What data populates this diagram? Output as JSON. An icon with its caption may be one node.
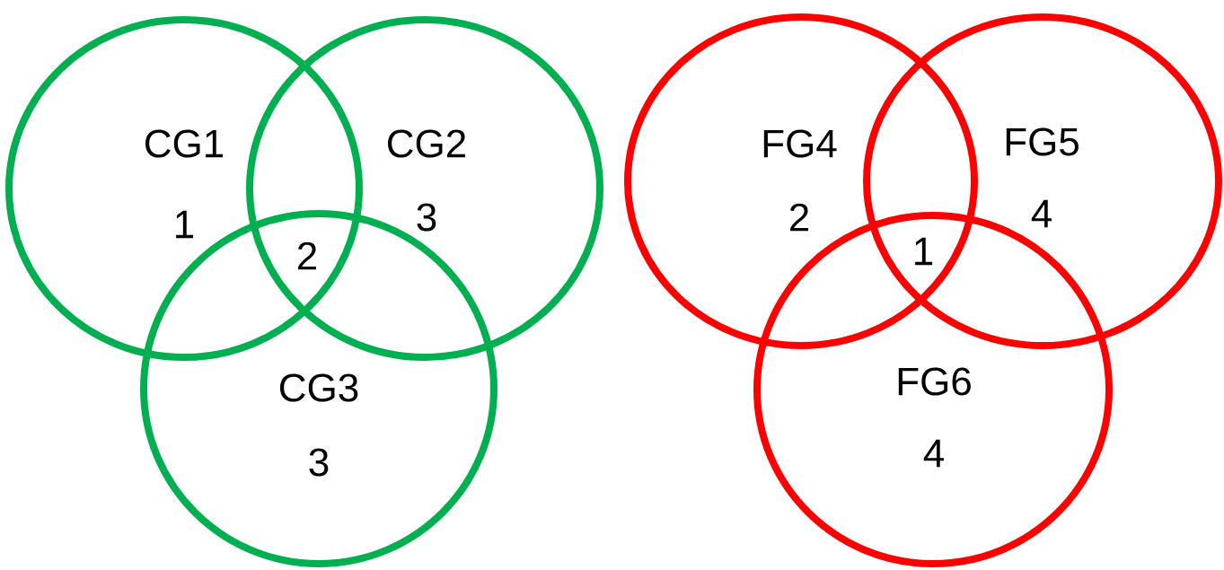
{
  "diagram": {
    "nodes": [
      {
        "text": [
          "CG1",
          "1"
        ]
      },
      {
        "text": [
          "CG2",
          "3"
        ]
      },
      {
        "text": [
          "CG3",
          "3"
        ]
      },
      {
        "text": [
          "FG4",
          "2"
        ]
      },
      {
        "text": [
          "FG5",
          "4"
        ]
      },
      {
        "text": [
          "FG6",
          "4"
        ]
      }
    ],
    "labels": [
      "2",
      "1"
    ]
  }
}
